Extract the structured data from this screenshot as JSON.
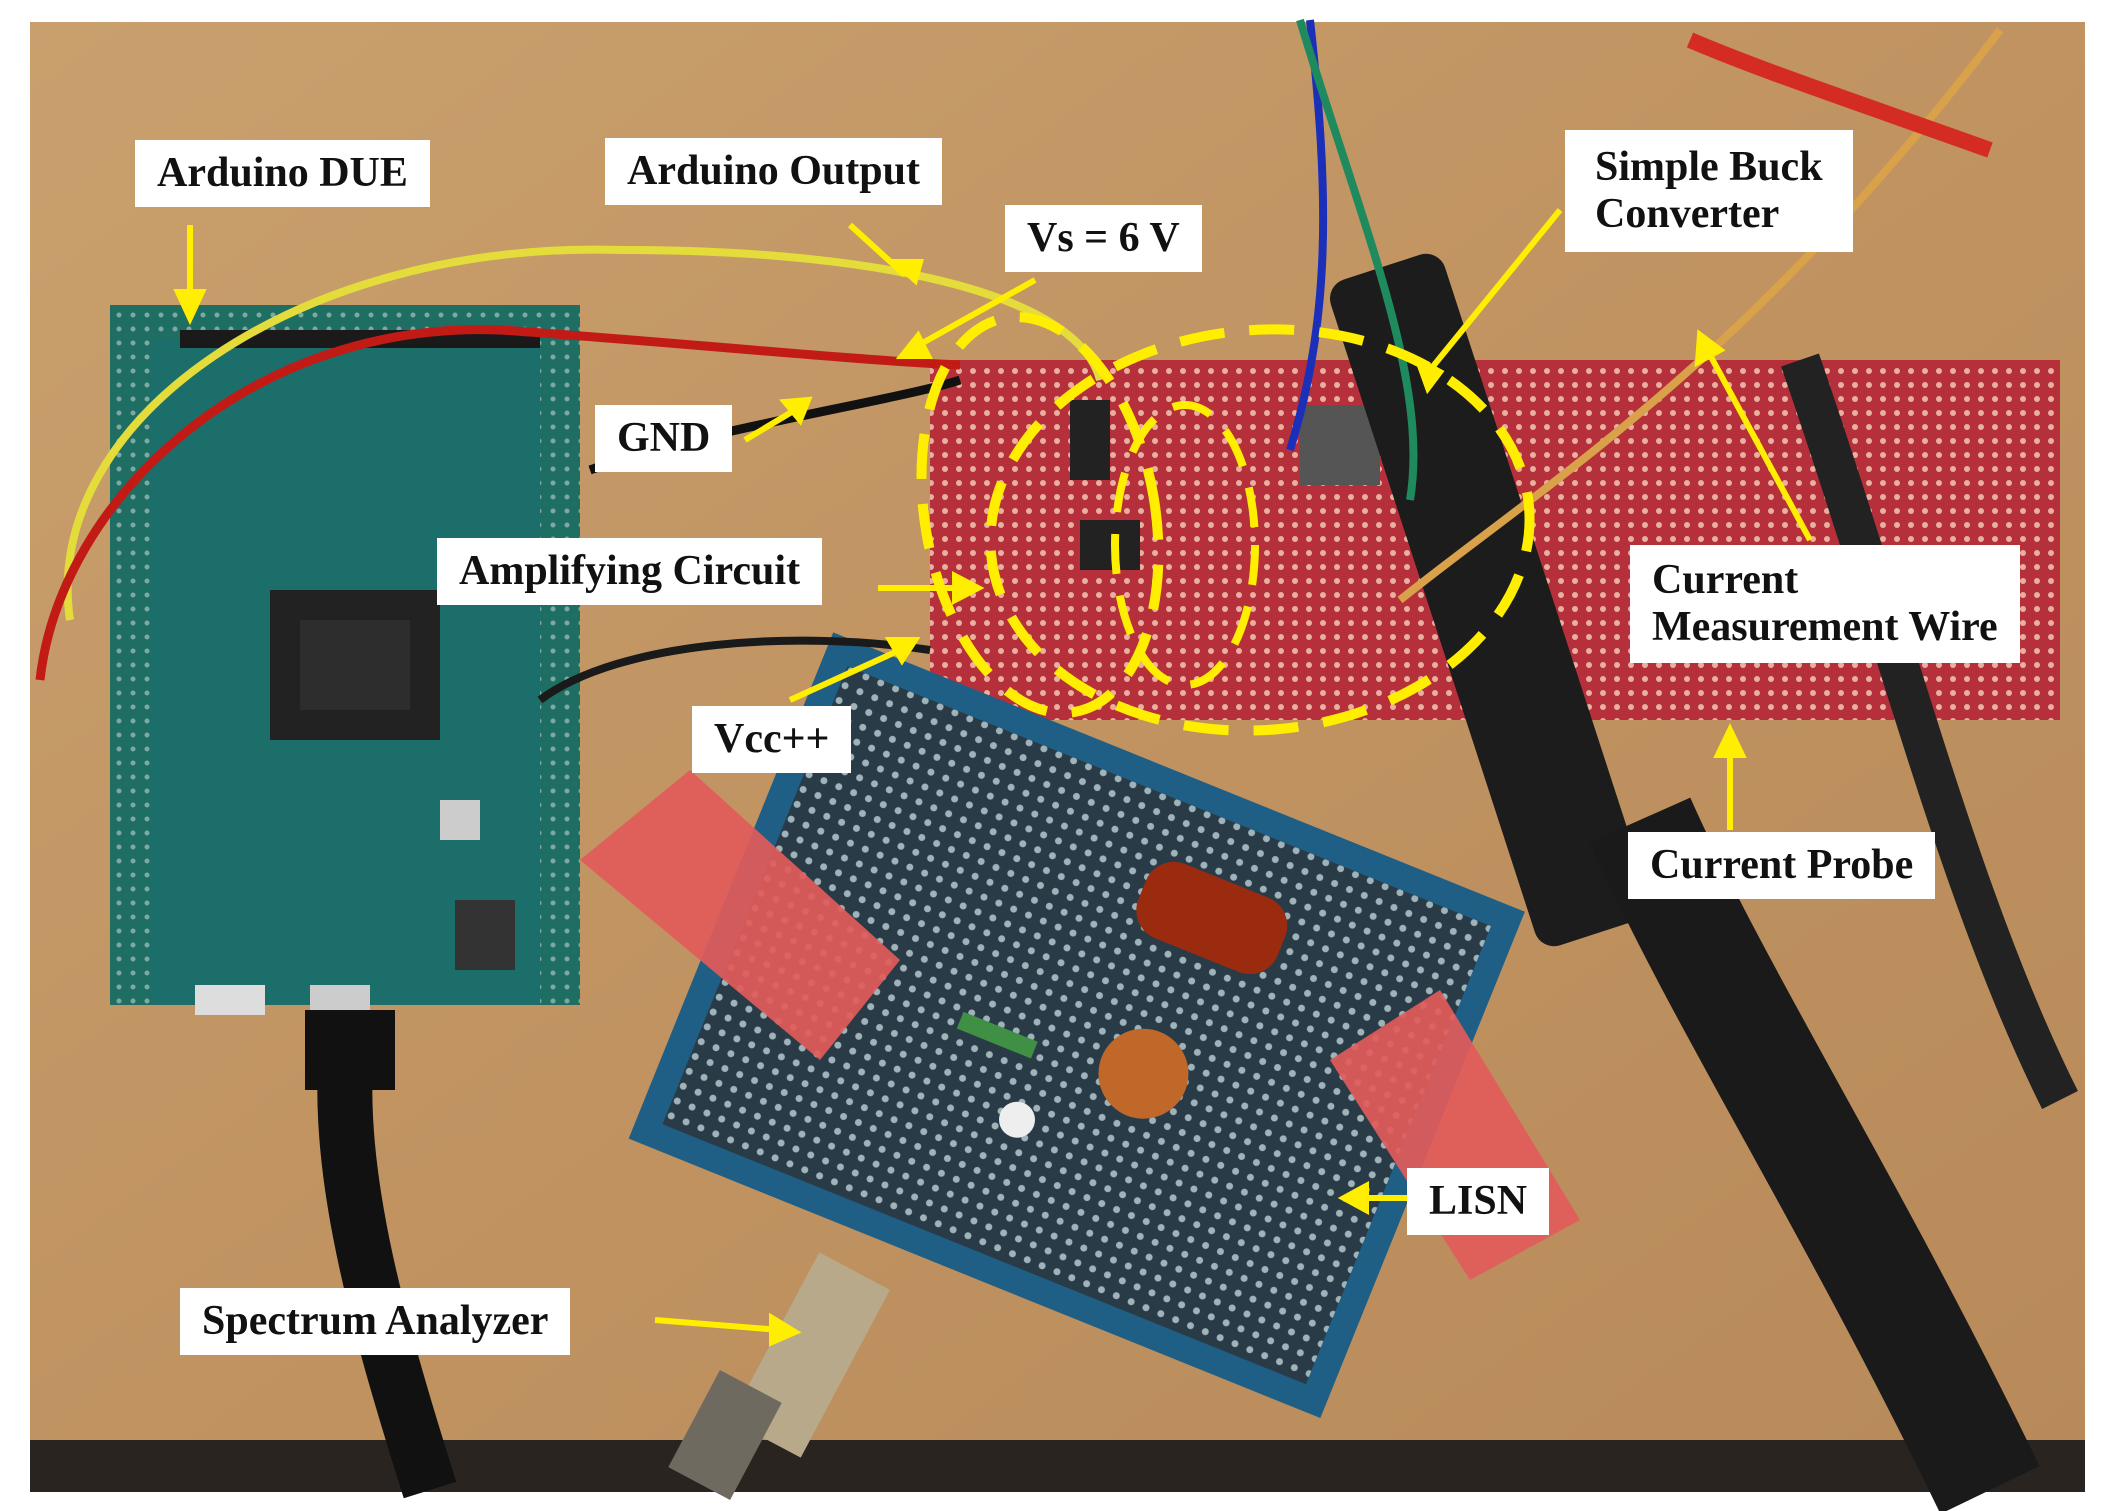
{
  "labels": {
    "arduino_due": "Arduino DUE",
    "arduino_output": "Arduino Output",
    "vs": "Vs =  6 V",
    "simple_buck_line1": "Simple Buck",
    "simple_buck_line2": "Converter",
    "gnd": "GND",
    "amplifying_circuit": "Amplifying Circuit",
    "current_measurement_line1": "Current",
    "current_measurement_line2": "Measurement Wire",
    "vcc": "Vcc++",
    "current_probe": "Current Probe",
    "lisn": "LISN",
    "spectrum_analyzer": "Spectrum Analyzer"
  },
  "colors": {
    "table": "#c49a67",
    "arrow": "#ffee00",
    "highlight_dash": "#ffee00",
    "protoboard_red": "#b5303a",
    "protoboard_blue": "#1f5f86",
    "arduino_board": "#1b6e6a",
    "label_bg": "#ffffff"
  }
}
